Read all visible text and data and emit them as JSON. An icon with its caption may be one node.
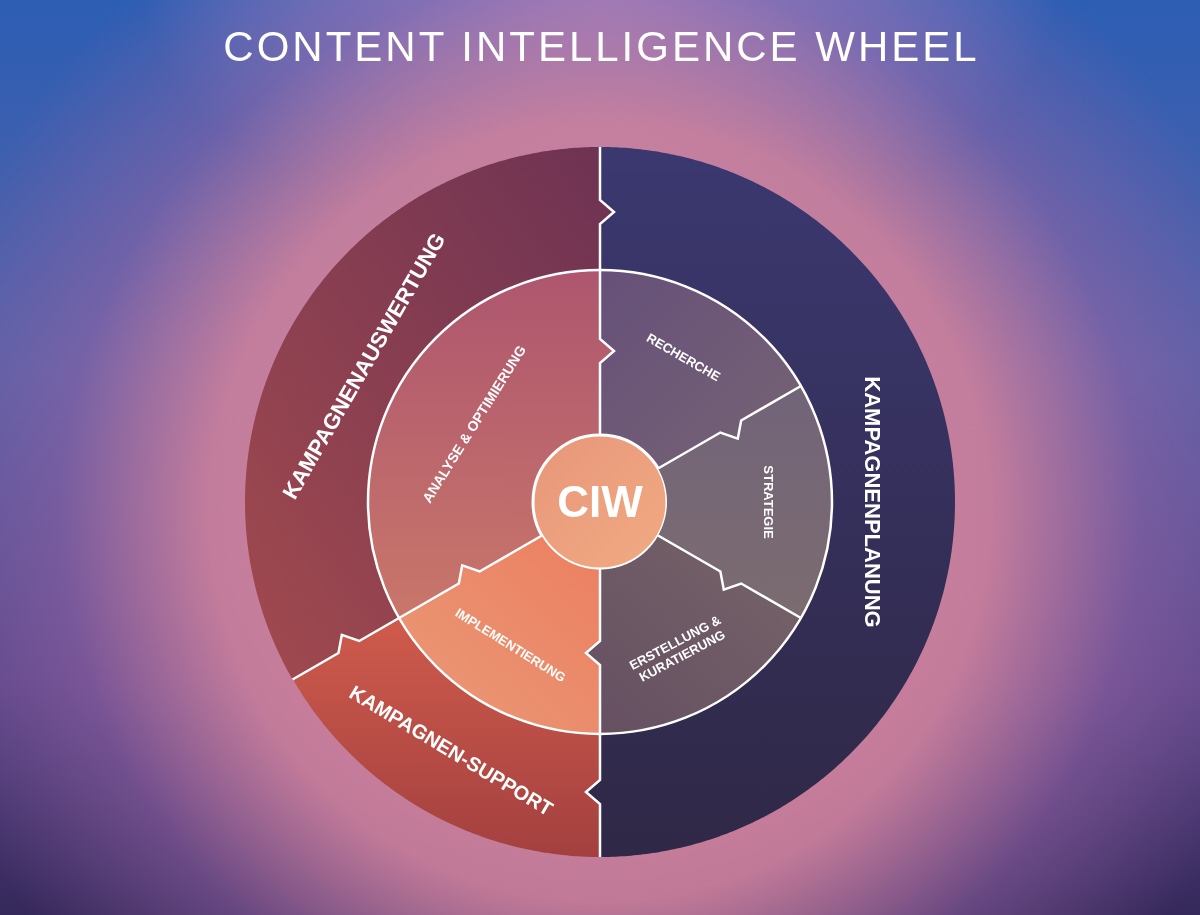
{
  "diagram": {
    "title": "CONTENT INTELLIGENCE WHEEL",
    "nodes": [
      {
        "text": [
          "KAMPAGNENAUSWERTUNG"
        ]
      },
      {
        "text": [
          "KAMPAGNENPLANUNG"
        ]
      },
      {
        "text": [
          "ANALYSE & OPTIMIERUNG"
        ]
      },
      {
        "text": [
          "RECHERCHE"
        ]
      },
      {
        "text": [
          "CIW"
        ]
      },
      {
        "text": [
          "STRATEGIE"
        ]
      },
      {
        "text": [
          "IMPLEMENTIERUNG"
        ]
      },
      {
        "text": [
          "ERSTELLUNG & KURATIERUNG"
        ]
      },
      {
        "text": [
          "KAMPAGNEN-SUPPORT"
        ]
      }
    ]
  }
}
